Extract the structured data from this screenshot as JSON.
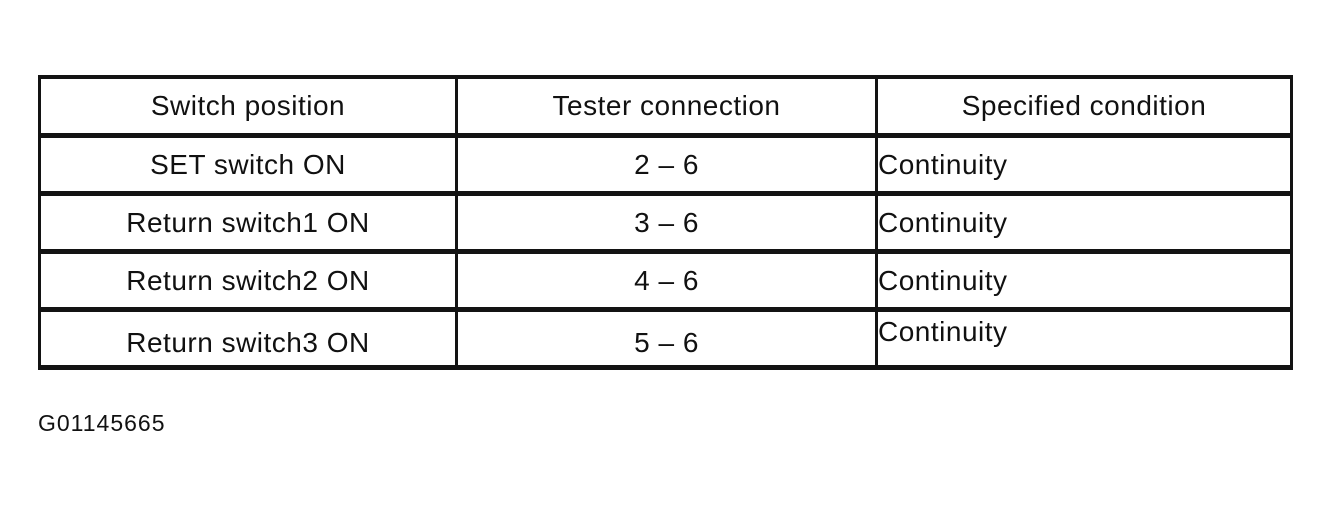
{
  "table": {
    "headers": [
      "Switch position",
      "Tester connection",
      "Specified condition"
    ],
    "rows": [
      [
        "SET switch ON",
        "2 – 6",
        "Continuity"
      ],
      [
        "Return switch1 ON",
        "3 – 6",
        "Continuity"
      ],
      [
        "Return switch2 ON",
        "4 – 6",
        "Continuity"
      ],
      [
        "Return switch3 ON",
        "5 – 6",
        "Continuity"
      ]
    ]
  },
  "caption": "G01145665",
  "colors": {
    "background": "#ffffff",
    "line": "#131313",
    "text": "#111111"
  }
}
